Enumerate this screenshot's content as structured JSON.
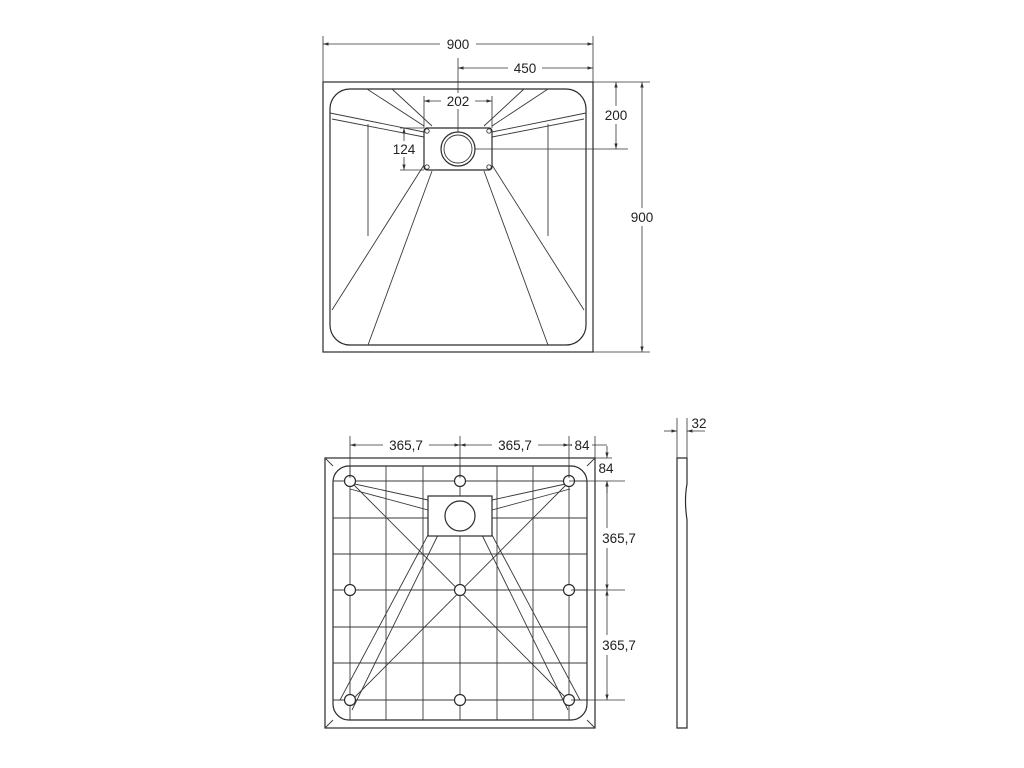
{
  "top_view": {
    "overall_width": "900",
    "drain_offset_x": "450",
    "drain_housing_width": "202",
    "drain_offset_y": "200",
    "overall_depth": "900",
    "housing_depth": "124"
  },
  "bottom_view": {
    "grid_spacing_x_left": "365,7",
    "grid_spacing_x_right": "365,7",
    "edge_offset_x": "84",
    "edge_offset_y": "84",
    "grid_spacing_y_top": "365,7",
    "grid_spacing_y_bottom": "365,7"
  },
  "side_view": {
    "thickness": "32"
  },
  "colors": {
    "line": "#2b2b2b",
    "background": "#ffffff"
  }
}
